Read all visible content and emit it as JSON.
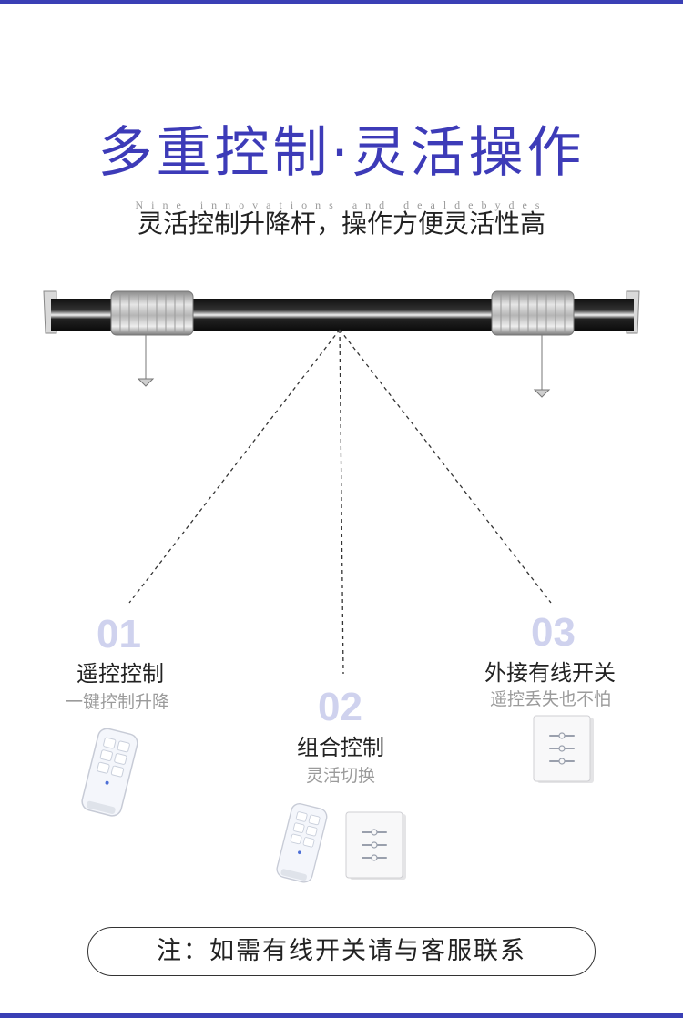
{
  "header": {
    "title": "多重控制·灵活操作",
    "ghost_text": "Nine innovations and dealdebydes",
    "subtitle": "灵活控制升降杆，操作方便灵活性高"
  },
  "options": [
    {
      "number": "01",
      "label": "遥控控制",
      "desc": "一键控制升降"
    },
    {
      "number": "02",
      "label": "组合控制",
      "desc": "灵活切换"
    },
    {
      "number": "03",
      "label": "外接有线开关",
      "desc": "遥控丢失也不怕"
    }
  ],
  "footer": {
    "note": "注：如需有线开关请与客服联系"
  },
  "colors": {
    "accent": "#3d3bb8",
    "number": "#cfd2ee"
  },
  "icons": [
    "lifting-rod-image",
    "remote-control-image",
    "wall-switch-image"
  ]
}
